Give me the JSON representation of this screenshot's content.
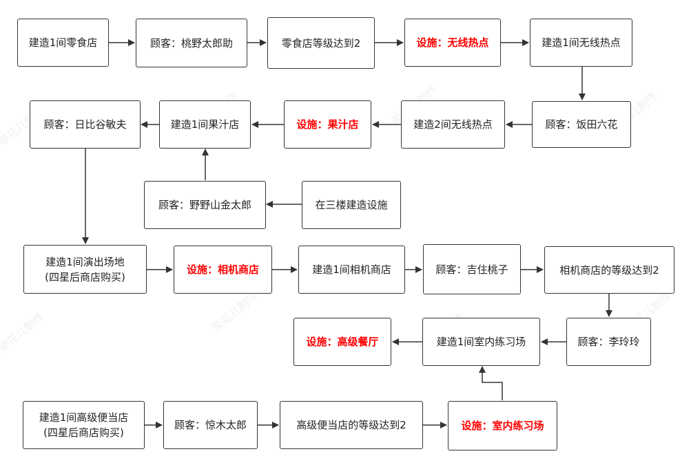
{
  "watermark": "荣花儿制作",
  "colors": {
    "highlight": "#ff0000",
    "stroke": "#333333",
    "text": "#222222"
  },
  "nodes": {
    "n1": {
      "label": "建造1间零食店"
    },
    "n2": {
      "label": "顾客：桃野太郎助"
    },
    "n3": {
      "label": "零食店等级达到2"
    },
    "n4": {
      "label": "设施：无线热点"
    },
    "n5": {
      "label": "建造1间无线热点"
    },
    "n6": {
      "label": "顾客：饭田六花"
    },
    "n7": {
      "label": "建造2间无线热点"
    },
    "n8": {
      "label": "设施：果汁店"
    },
    "n9": {
      "label": "建造1间果汁店"
    },
    "n10": {
      "label": "顾客：日比谷敏夫"
    },
    "n11": {
      "label": "顾客：野野山金太郎"
    },
    "n12": {
      "label": "在三楼建造设施"
    },
    "n13": {
      "label": "建造1间演出场地\n(四星后商店购买)"
    },
    "n14": {
      "label": "设施：相机商店"
    },
    "n15": {
      "label": "建造1间相机商店"
    },
    "n16": {
      "label": "顾客：吉住桃子"
    },
    "n17": {
      "label": "相机商店的等级达到2"
    },
    "n18": {
      "label": "顾客：李玲玲"
    },
    "n19": {
      "label": "建造1间室内练习场"
    },
    "n20": {
      "label": "设施：高级餐厅"
    },
    "n21": {
      "label": "建造1间高级便当店\n(四星后商店购买)"
    },
    "n22": {
      "label": "顾客：惊木太郎"
    },
    "n23": {
      "label": "高级便当店的等级达到2"
    },
    "n24": {
      "label": "设施：室内练习场"
    }
  }
}
